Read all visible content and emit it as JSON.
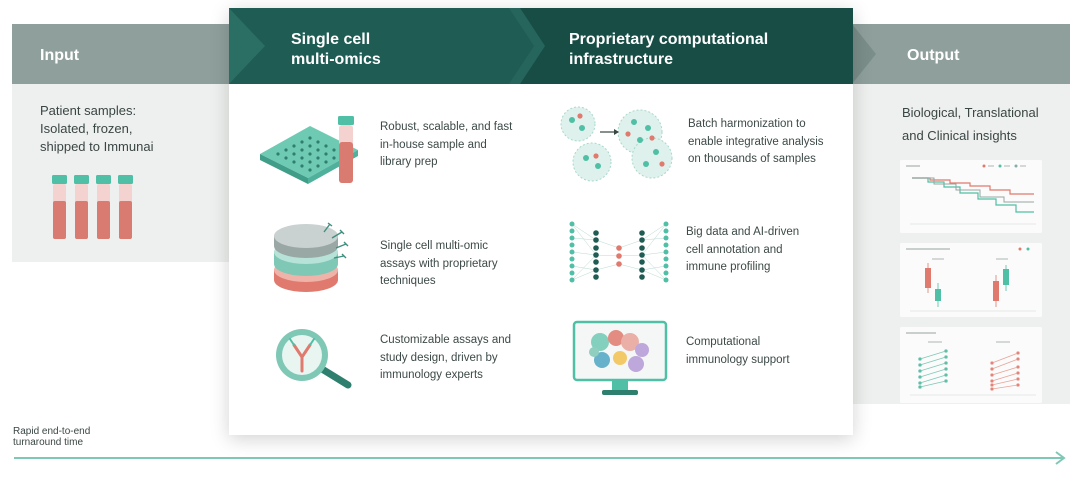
{
  "input": {
    "title": "Input",
    "text_lines": [
      "Patient samples:",
      "Isolated, frozen,",
      "shipped to Immunai"
    ]
  },
  "single_cell": {
    "title_lines": [
      "Single cell",
      "multi-omics"
    ],
    "features": [
      {
        "icon": "well-plate-icon",
        "lines": [
          "Robust, scalable, and fast",
          "in-house sample and",
          "library prep"
        ]
      },
      {
        "icon": "cell-layers-icon",
        "lines": [
          "Single cell multi-omic",
          "assays with proprietary",
          "techniques"
        ]
      },
      {
        "icon": "magnifier-antibody-icon",
        "lines": [
          "Customizable assays and",
          "study design, driven by",
          "immunology experts"
        ]
      }
    ]
  },
  "computational": {
    "title_lines": [
      "Proprietary computational",
      "infrastructure"
    ],
    "features": [
      {
        "icon": "cell-clusters-icon",
        "lines": [
          "Batch harmonization to",
          "enable integrative analysis",
          "on thousands of samples"
        ]
      },
      {
        "icon": "neural-network-icon",
        "lines": [
          "Big data and AI-driven",
          "cell annotation and",
          "immune profiling"
        ]
      },
      {
        "icon": "monitor-umap-icon",
        "lines": [
          "Computational",
          "immunology support"
        ]
      }
    ]
  },
  "output": {
    "title": "Output",
    "text_lines": [
      "Biological, Translational",
      "and Clinical insights"
    ]
  },
  "timeline": {
    "label_lines": [
      "Rapid end-to-end",
      "turnaround time"
    ]
  },
  "colors": {
    "grey_header": "#8fa09c",
    "dark_header": "#1f5c53",
    "teal": "#4fbfa5",
    "salmon": "#e07a6e"
  }
}
